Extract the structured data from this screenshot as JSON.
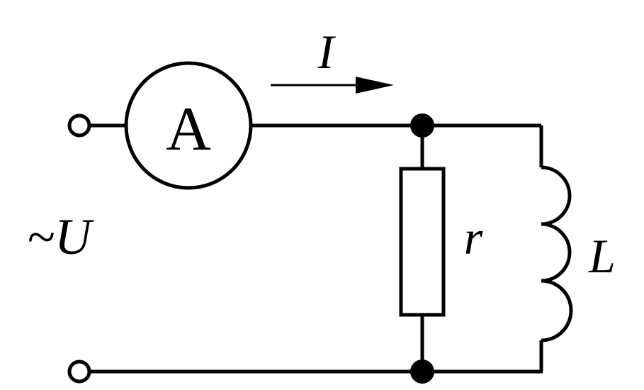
{
  "diagram": {
    "ammeter_symbol": "A",
    "current_label": "I",
    "voltage_label": "~U",
    "resistor_label": "r",
    "inductor_label": "L"
  },
  "style": {
    "line_color": "#000000",
    "background_color": "#ffffff"
  }
}
